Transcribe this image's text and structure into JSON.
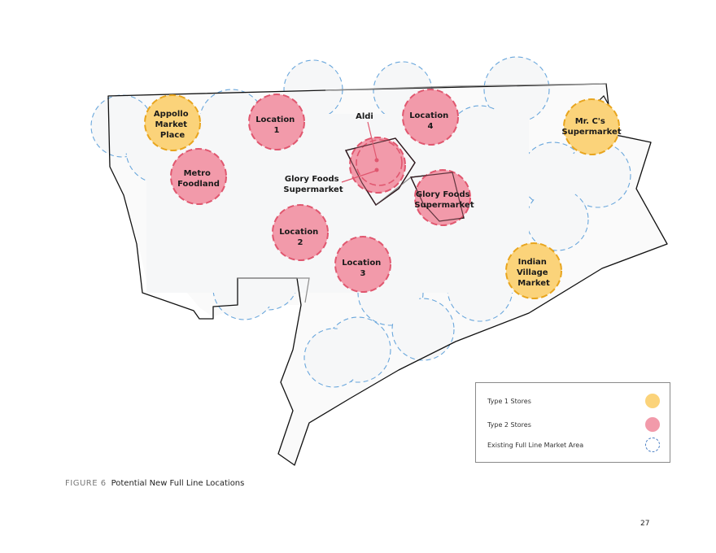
{
  "figure": {
    "number_label": "FIGURE 6",
    "title": "Potential New Full Line Locations"
  },
  "page_number": "27",
  "colors": {
    "type1_fill": "#fbd37a",
    "type1_stroke": "#e8a51e",
    "type2_fill": "#f29aaa",
    "type2_stroke": "#e0576f",
    "market_area_stroke": "#6aa7dc",
    "boundary": "#111111"
  },
  "stores": [
    {
      "id": "apollo",
      "type": "type1",
      "label_lines": [
        "Appollo",
        "Market",
        "Place"
      ]
    },
    {
      "id": "mrc",
      "type": "type1",
      "label_lines": [
        "Mr. C's",
        "Supermarket"
      ]
    },
    {
      "id": "indian-village",
      "type": "type1",
      "label_lines": [
        "Indian",
        "Village",
        "Market"
      ]
    },
    {
      "id": "location-1",
      "type": "type2",
      "label_lines": [
        "Location",
        "1"
      ]
    },
    {
      "id": "location-4",
      "type": "type2",
      "label_lines": [
        "Location",
        "4"
      ]
    },
    {
      "id": "metro-foodland",
      "type": "type2",
      "label_lines": [
        "Metro",
        "Foodland"
      ]
    },
    {
      "id": "location-2",
      "type": "type2",
      "label_lines": [
        "Location",
        "2"
      ]
    },
    {
      "id": "location-3",
      "type": "type2",
      "label_lines": [
        "Location",
        "3"
      ]
    },
    {
      "id": "glory-foods-east",
      "type": "type2",
      "label_lines": [
        "Glory Foods",
        "Supermarket"
      ]
    },
    {
      "id": "aldi-glory-cluster",
      "type": "type2",
      "label_lines": []
    }
  ],
  "callouts": {
    "aldi": "Aldi",
    "glory_foods_lines": [
      "Glory Foods",
      "Supermarket"
    ]
  },
  "legend": {
    "items": [
      {
        "label": "Type 1 Stores",
        "kind": "type1"
      },
      {
        "label": "Type 2 Stores",
        "kind": "type2"
      },
      {
        "label": "Existing Full Line Market Area",
        "kind": "market-area"
      }
    ]
  }
}
